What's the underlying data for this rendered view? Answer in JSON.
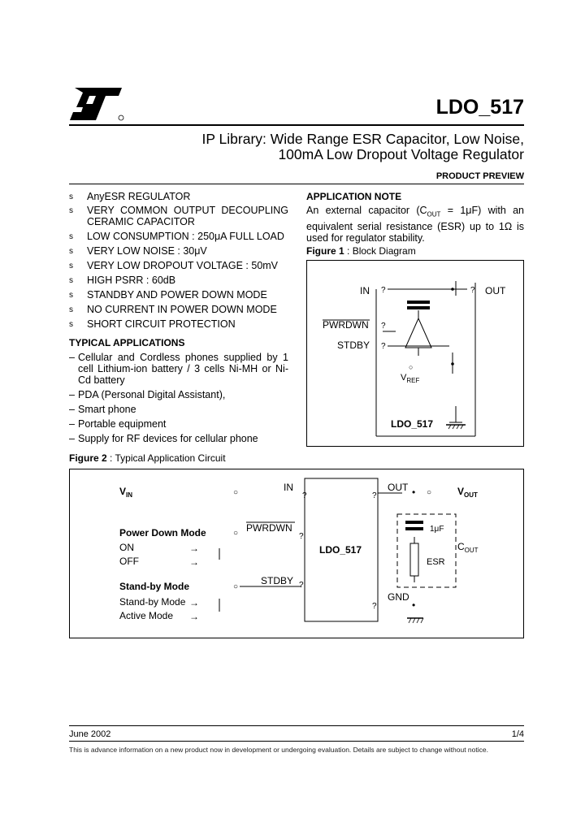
{
  "header": {
    "title": "LDO_517",
    "subtitle_line1": "IP Library: Wide Range ESR Capacitor, Low Noise,",
    "subtitle_line2": "100mA Low Dropout Voltage Regulator",
    "preview": "PRODUCT PREVIEW"
  },
  "features": {
    "bullet": "s",
    "items": [
      "AnyESR REGULATOR",
      "VERY COMMON OUTPUT DECOUPLING CERAMIC CAPACITOR",
      "LOW CONSUMPTION : 250μA FULL LOAD",
      "VERY LOW NOISE : 30μV",
      "VERY LOW DROPOUT VOLTAGE : 50mV",
      "HIGH PSRR : 60dB",
      "STANDBY AND POWER DOWN MODE",
      "NO CURRENT IN POWER DOWN MODE",
      "SHORT CIRCUIT PROTECTION"
    ]
  },
  "typical": {
    "heading": "TYPICAL APPLICATIONS",
    "dash": "–",
    "items": [
      "Cellular and Cordless phones supplied by 1 cell Lithium-ion battery / 3 cells Ni-MH or Ni-Cd battery",
      "PDA (Personal Digital Assistant),",
      "Smart phone",
      "Portable equipment",
      "Supply for RF devices for cellular phone"
    ]
  },
  "app_note": {
    "heading": "APPLICATION NOTE",
    "text_a": "An external capacitor (C",
    "text_sub": "OUT",
    "text_b": " = 1μF) with an equivalent serial resistance (ESR) up to 1Ω is used for regulator stability."
  },
  "figure1": {
    "label": "Figure 1",
    "caption": " : Block Diagram",
    "in": "IN",
    "out": "OUT",
    "pwrdwn": "PWRDWN",
    "stdby": "STDBY",
    "vref": "V",
    "vref_sub": "REF",
    "block": "LDO_517",
    "q": "?",
    "o": "○"
  },
  "figure2": {
    "label": "Figure 2",
    "caption": " : Typical Application Circuit",
    "vin": "V",
    "vin_sub": "IN",
    "vout": "V",
    "vout_sub": "OUT",
    "in": "IN",
    "out": "OUT",
    "pwrdwn": "PWRDWN",
    "stdby": "STDBY",
    "gnd": "GND",
    "block": "LDO_517",
    "pdm": "Power Down Mode",
    "on": "ON",
    "off": "OFF",
    "sbm": "Stand-by Mode",
    "sbm2": "Stand-by Mode",
    "active": "Active Mode",
    "arrow": "→",
    "cap": "1μF",
    "cout": "C",
    "cout_sub": "OUT",
    "esr": "ESR",
    "q": "?",
    "o": "○",
    "dot": "•"
  },
  "footer": {
    "date": "June 2002",
    "page": "1/4",
    "note": "This is advance information on a new product now in development or undergoing evaluation. Details are subject to change without notice."
  }
}
